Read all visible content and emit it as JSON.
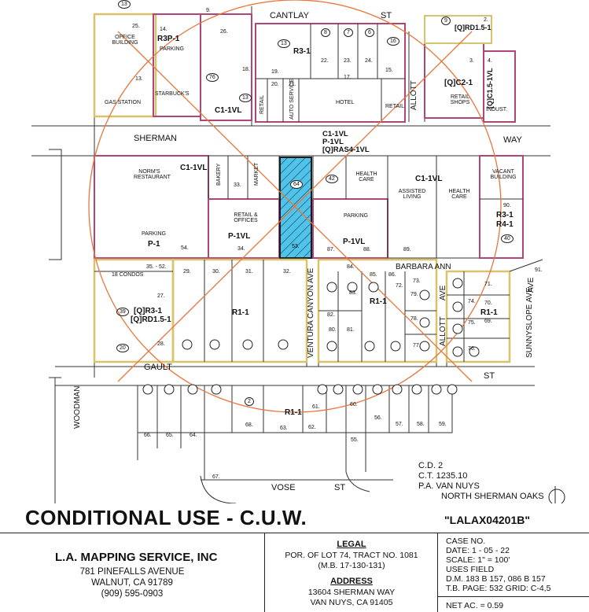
{
  "map": {
    "streets": {
      "cantlay": "CANTLAY",
      "st": "ST",
      "sherman": "SHERMAN",
      "way": "WAY",
      "barbara_ann": "BARBARA ANN",
      "gault": "GAULT",
      "vose": "VOSE",
      "ventura_canyon_ave": "VENTURA CANYON AVE",
      "allott": "ALLOTT",
      "ave": "AVE",
      "sunnyslope_ave": "SUNNYSLOPE AVE",
      "woodman": "WOODMAN"
    },
    "zones": {
      "r3p1": "R3P-1",
      "r31_a": "R3-1",
      "q_rd15_1": "[Q]RD1.5-1",
      "q_c21": "[Q]C2-1",
      "q_rd15_1vl": "[Q]C1.5-1VL",
      "r3_1_top": "R3-1",
      "c11vl_top": "C1-1VL",
      "c11vl_row": "C1-1VL",
      "p1vl_retail": "P-1VL",
      "p1_norms": "P-1",
      "r31_r41": "R3-1",
      "r41": "R4-1",
      "r11_a": "R1-1",
      "r11_b": "R1-1",
      "r11_c": "R1-1",
      "r11_d": "R1-1",
      "q_r31": "[Q]R3-1",
      "q_rd151": "[Q]RD1.5-1",
      "subject_c1": "C1-1VL",
      "subject_p1": "P-1VL",
      "subject_q": "[Q]RAS4-1VL",
      "p1vl_parking": "P-1VL"
    },
    "uses": {
      "office_building": "OFFICE BUILDING",
      "parking_top": "PARKING",
      "starbucks": "STARBUCK'S",
      "gas_station": "GAS STATION",
      "retail_top": "RETAIL",
      "auto_service": "AUTO SERVICE",
      "hotel": "HOTEL",
      "retail_right": "RETAIL",
      "retail_shops": "RETAIL SHOPS",
      "indust": "INDUST.",
      "norms": "NORM'S RESTAURANT",
      "bakery": "BAKERY",
      "market": "MARKET",
      "health_care_1": "HEALTH CARE",
      "assisted_living": "ASSISTED LIVING",
      "health_care_2": "HEALTH CARE",
      "vacant_building": "VACANT BUILDING",
      "retail_offices": "RETAIL & OFFICES",
      "parking_norms": "PARKING",
      "parking_mid": "PARKING",
      "condos": "18 CONDOS"
    },
    "lots": {
      "l9": "9.",
      "l25": "25.",
      "l14": "14.",
      "l26": "26.",
      "l13": "13.",
      "l18": "18.",
      "l19": "19.",
      "l20": "20.",
      "l21": "21.",
      "l22": "22.",
      "l23": "23.",
      "l24": "24.",
      "l17": "17.",
      "l15": "15.",
      "l3": "3.",
      "l4": "4.",
      "l2": "2.",
      "l33": "33.",
      "l54": "54.",
      "l34": "34.",
      "l53": "53.",
      "l87": "87.",
      "l88": "88.",
      "l89": "89.",
      "l90": "90.",
      "l35_52": "35. - 52.",
      "l27": "27.",
      "l28": "28.",
      "l29": "29.",
      "l30": "30.",
      "l31": "31.",
      "l32": "32.",
      "l84": "84.",
      "l85": "85.",
      "l83": "83.",
      "l82": "82.",
      "l80": "80.",
      "l81": "81.",
      "l86": "86.",
      "l72": "72.",
      "l73": "73.",
      "l79": "79.",
      "l78": "78.",
      "l77": "77.",
      "l76": "76.",
      "l75": "75.",
      "l74": "74.",
      "l71": "71.",
      "l70": "70.",
      "l69": "69.",
      "l91": "91.",
      "l66": "66.",
      "l65": "65.",
      "l64": "64.",
      "l68": "68.",
      "l63": "63.",
      "l62": "62.",
      "l61": "61.",
      "l60": "60.",
      "l55": "55.",
      "l56": "56.",
      "l57": "57.",
      "l58": "58.",
      "l59": "59.",
      "l67": "67."
    },
    "circled": {
      "c13a": "13",
      "c9": "9",
      "c8": "8",
      "c7": "7",
      "c6": "6",
      "c13b": "13",
      "c16": "16",
      "c76": "76",
      "c13c": "13",
      "c42": "42",
      "c64": "64",
      "c39": "39",
      "c20": "20",
      "c40": "40",
      "c2": "2"
    }
  },
  "info": {
    "cd": "C.D.  2",
    "ct": "C.T.   1235.10",
    "pa": "P.A.  VAN NUYS",
    "pa2": "NORTH SHERMAN OAKS"
  },
  "heading": {
    "title": "CONDITIONAL USE - C.U.W.",
    "case_id": "\"LALAX04201B\""
  },
  "company": {
    "name": "L.A. MAPPING SERVICE, INC",
    "address1": "781 PINEFALLS AVENUE",
    "address2": "WALNUT, CA 91789",
    "phone": "(909) 595-0903"
  },
  "legal": {
    "heading": "LEGAL",
    "line1": "POR. OF LOT 74, TRACT NO. 1081",
    "line2": "(M.B. 17-130-131)",
    "address_heading": "ADDRESS",
    "address1": "13604 SHERMAN WAY",
    "address2": "VAN NUYS, CA 91405"
  },
  "case": {
    "case_no": "CASE NO.",
    "date": "DATE:  1 - 05 - 22",
    "scale": "SCALE:  1\"   =   100'",
    "uses": "USES              FIELD",
    "dm": "D.M.   183 B 157, 086 B 157",
    "tb": "T.B.   PAGE: 532   GRID: C-4,5",
    "net_ac": "NET AC. = 0.59"
  },
  "colors": {
    "zone_border": "#b0457a",
    "subject_fill": "#4fc3e8",
    "radius_circle": "#e8763a",
    "tan": "#d9c36a"
  },
  "north_arrow": "N"
}
